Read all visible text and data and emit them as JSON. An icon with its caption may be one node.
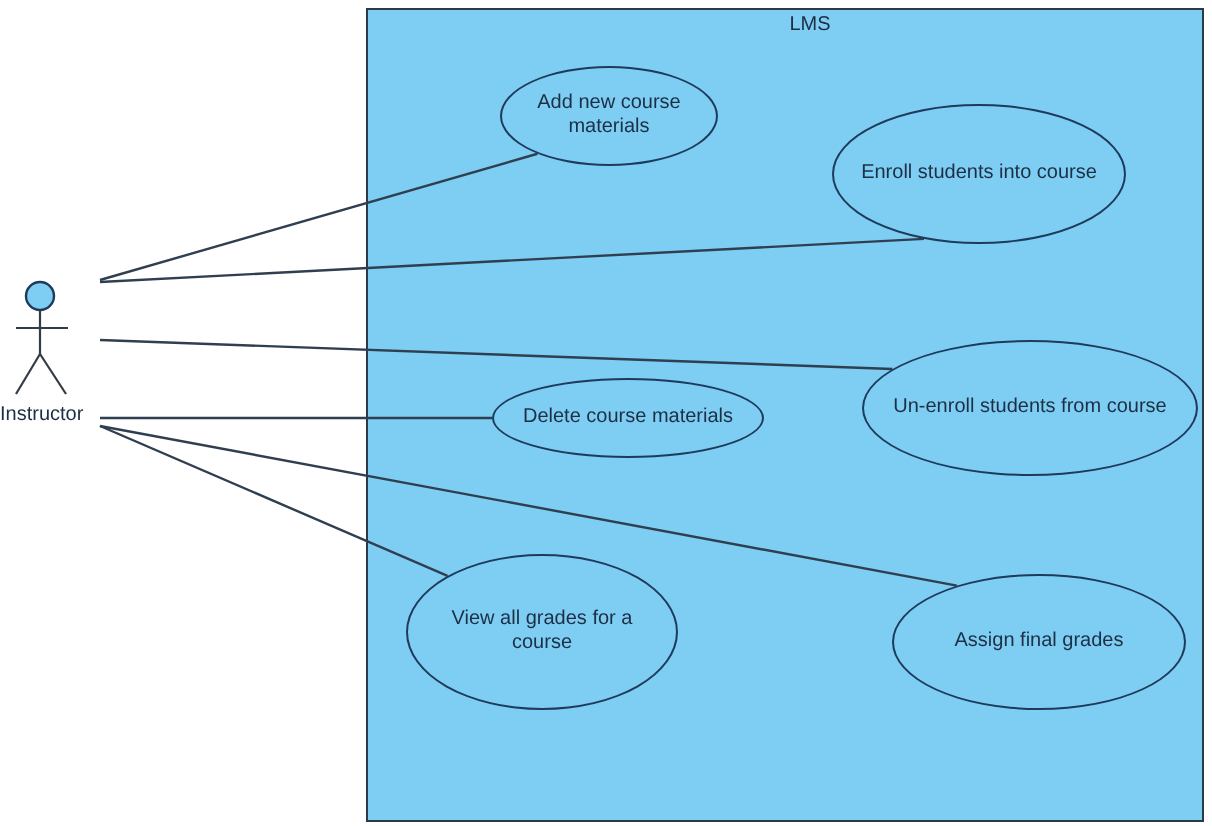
{
  "diagram": {
    "nodes": [
      {
        "text": [
          "Instructor"
        ]
      },
      {
        "text": [
          "LMS"
        ]
      },
      {
        "text": [
          "Add new course materials"
        ],
        "in": 1
      },
      {
        "text": [
          "Enroll students into course"
        ],
        "in": 1
      },
      {
        "text": [
          "Delete course materials"
        ],
        "in": 1
      },
      {
        "text": [
          "Un-enroll students from course"
        ],
        "in": 1
      },
      {
        "text": [
          "View all grades for a course"
        ],
        "in": 1
      },
      {
        "text": [
          "Assign final grades"
        ],
        "in": 1
      }
    ],
    "edges": [
      {
        "from": 0,
        "to": 2,
        "arrow": "none"
      },
      {
        "from": 0,
        "to": 3,
        "arrow": "none"
      },
      {
        "from": 0,
        "to": 5,
        "arrow": "none"
      },
      {
        "from": 0,
        "to": 4,
        "arrow": "none"
      },
      {
        "from": 0,
        "to": 7,
        "arrow": "none"
      },
      {
        "from": 0,
        "to": 6,
        "arrow": "none"
      }
    ]
  }
}
